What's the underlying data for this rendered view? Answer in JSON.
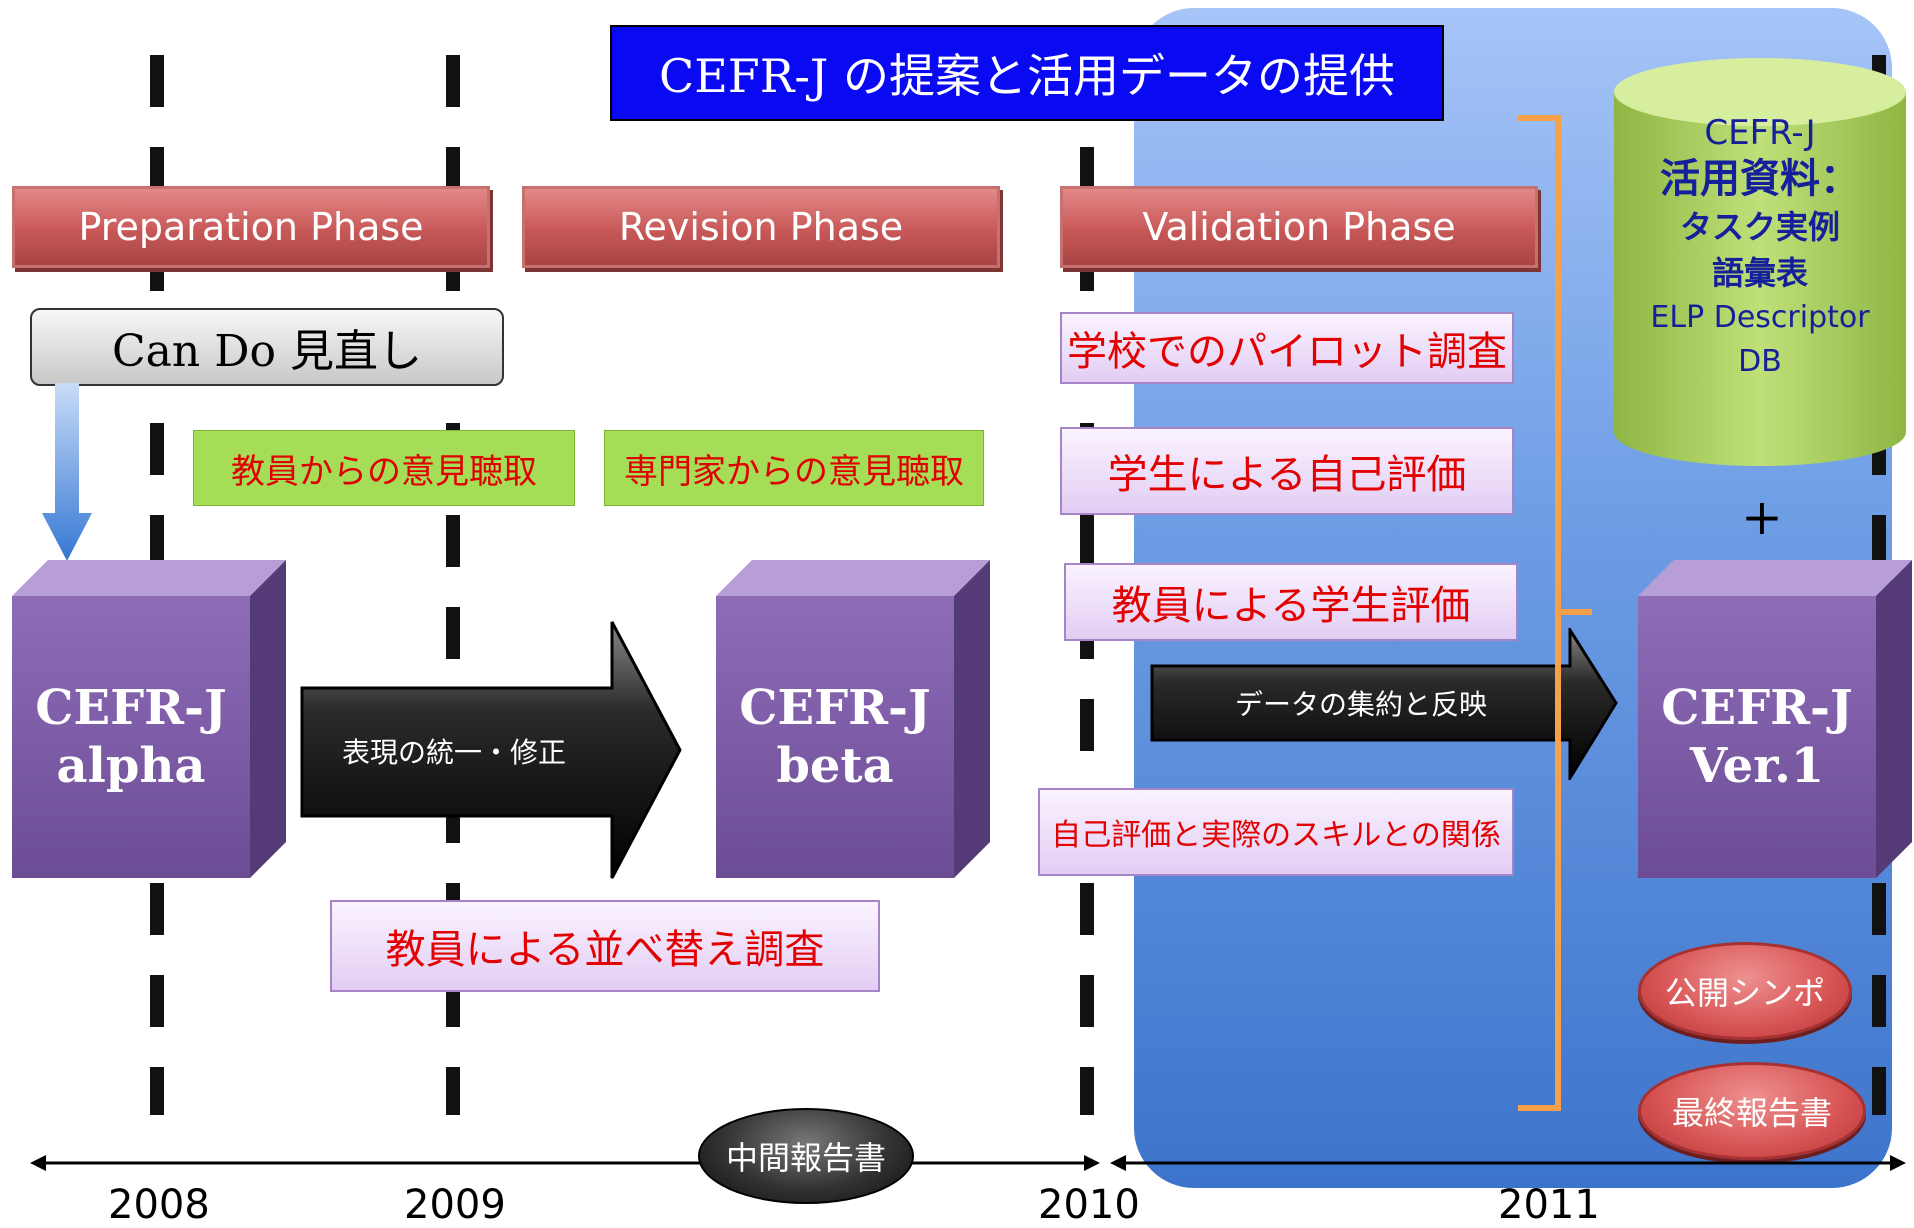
{
  "title": "CEFR-J の提案と活用データの提供",
  "phases": {
    "preparation": "Preparation Phase",
    "revision": "Revision Phase",
    "validation": "Validation Phase"
  },
  "cando_review": "Can Do 見直し",
  "hearings": {
    "teachers": "教員からの意見聴取",
    "experts": "専門家からの意見聴取"
  },
  "validation_surveys": {
    "pilot": "学校でのパイロット調査",
    "self_eval": "学生による自己評価",
    "teacher_eval": "教員による学生評価",
    "relation": "自己評価と実際のスキルとの関係"
  },
  "sort_survey": "教員による並べ替え調査",
  "versions": {
    "alpha": [
      "CEFR-J",
      "alpha"
    ],
    "beta": [
      "CEFR-J",
      "beta"
    ],
    "ver1": [
      "CEFR-J",
      "Ver.1"
    ]
  },
  "arrows": {
    "unify": "表現の統一・修正",
    "aggregate": "データの集約と反映"
  },
  "resources": {
    "line1": "CEFR-J",
    "line2": "活用資料：",
    "line3": "タスク実例",
    "line4": "語彙表",
    "line5": "ELP Descriptor",
    "line6": "DB"
  },
  "plus": "+",
  "outputs": {
    "interim_report": "中間報告書",
    "symposium": "公開シンポ",
    "final_report": "最終報告書"
  },
  "years": [
    "2008",
    "2009",
    "2010",
    "2011"
  ],
  "colors": {
    "title_bg": "#0909f2",
    "phase_red": "#c85858",
    "cube_purple": "#7a58a4",
    "green": "#a5dd57",
    "bracket_orange": "#f7a04a",
    "cylinder_green": "#a7cc5c"
  }
}
